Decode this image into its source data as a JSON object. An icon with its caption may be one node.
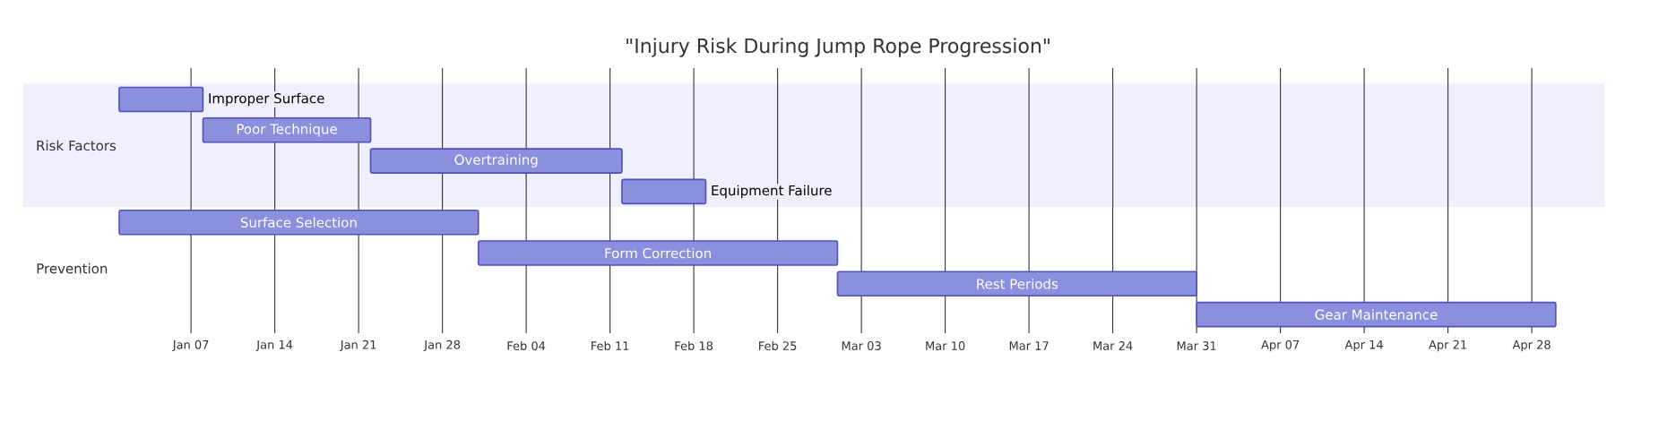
{
  "diagram": {
    "title": "\"Injury Risk During Jump Rope Progression\"",
    "nodes": [
      {
        "text": [
          "Risk Factors"
        ]
      },
      {
        "text": [
          "Prevention"
        ]
      },
      {
        "text": [],
        "shape": "bar",
        "in": 0,
        "beside": [
          "Improper Surface"
        ]
      },
      {
        "text": [
          "Poor Technique"
        ],
        "in": 0
      },
      {
        "text": [
          "Overtraining"
        ],
        "in": 0
      },
      {
        "text": [],
        "shape": "bar",
        "in": 0,
        "beside": [
          "Equipment Failure"
        ]
      },
      {
        "text": [
          "Surface Selection"
        ]
      },
      {
        "text": [
          "Form Correction"
        ]
      },
      {
        "text": [
          "Rest Periods"
        ]
      },
      {
        "text": [
          "Gear Maintenance"
        ]
      }
    ],
    "labels": [
      "Jan 07",
      "Jan 14",
      "Jan 21",
      "Jan 28",
      "Feb 04",
      "Feb 11",
      "Feb 18",
      "Feb 25",
      "Mar 03",
      "Mar 10",
      "Mar 17",
      "Mar 24",
      "Mar 31",
      "Apr 07",
      "Apr 14",
      "Apr 21",
      "Apr 28"
    ]
  }
}
